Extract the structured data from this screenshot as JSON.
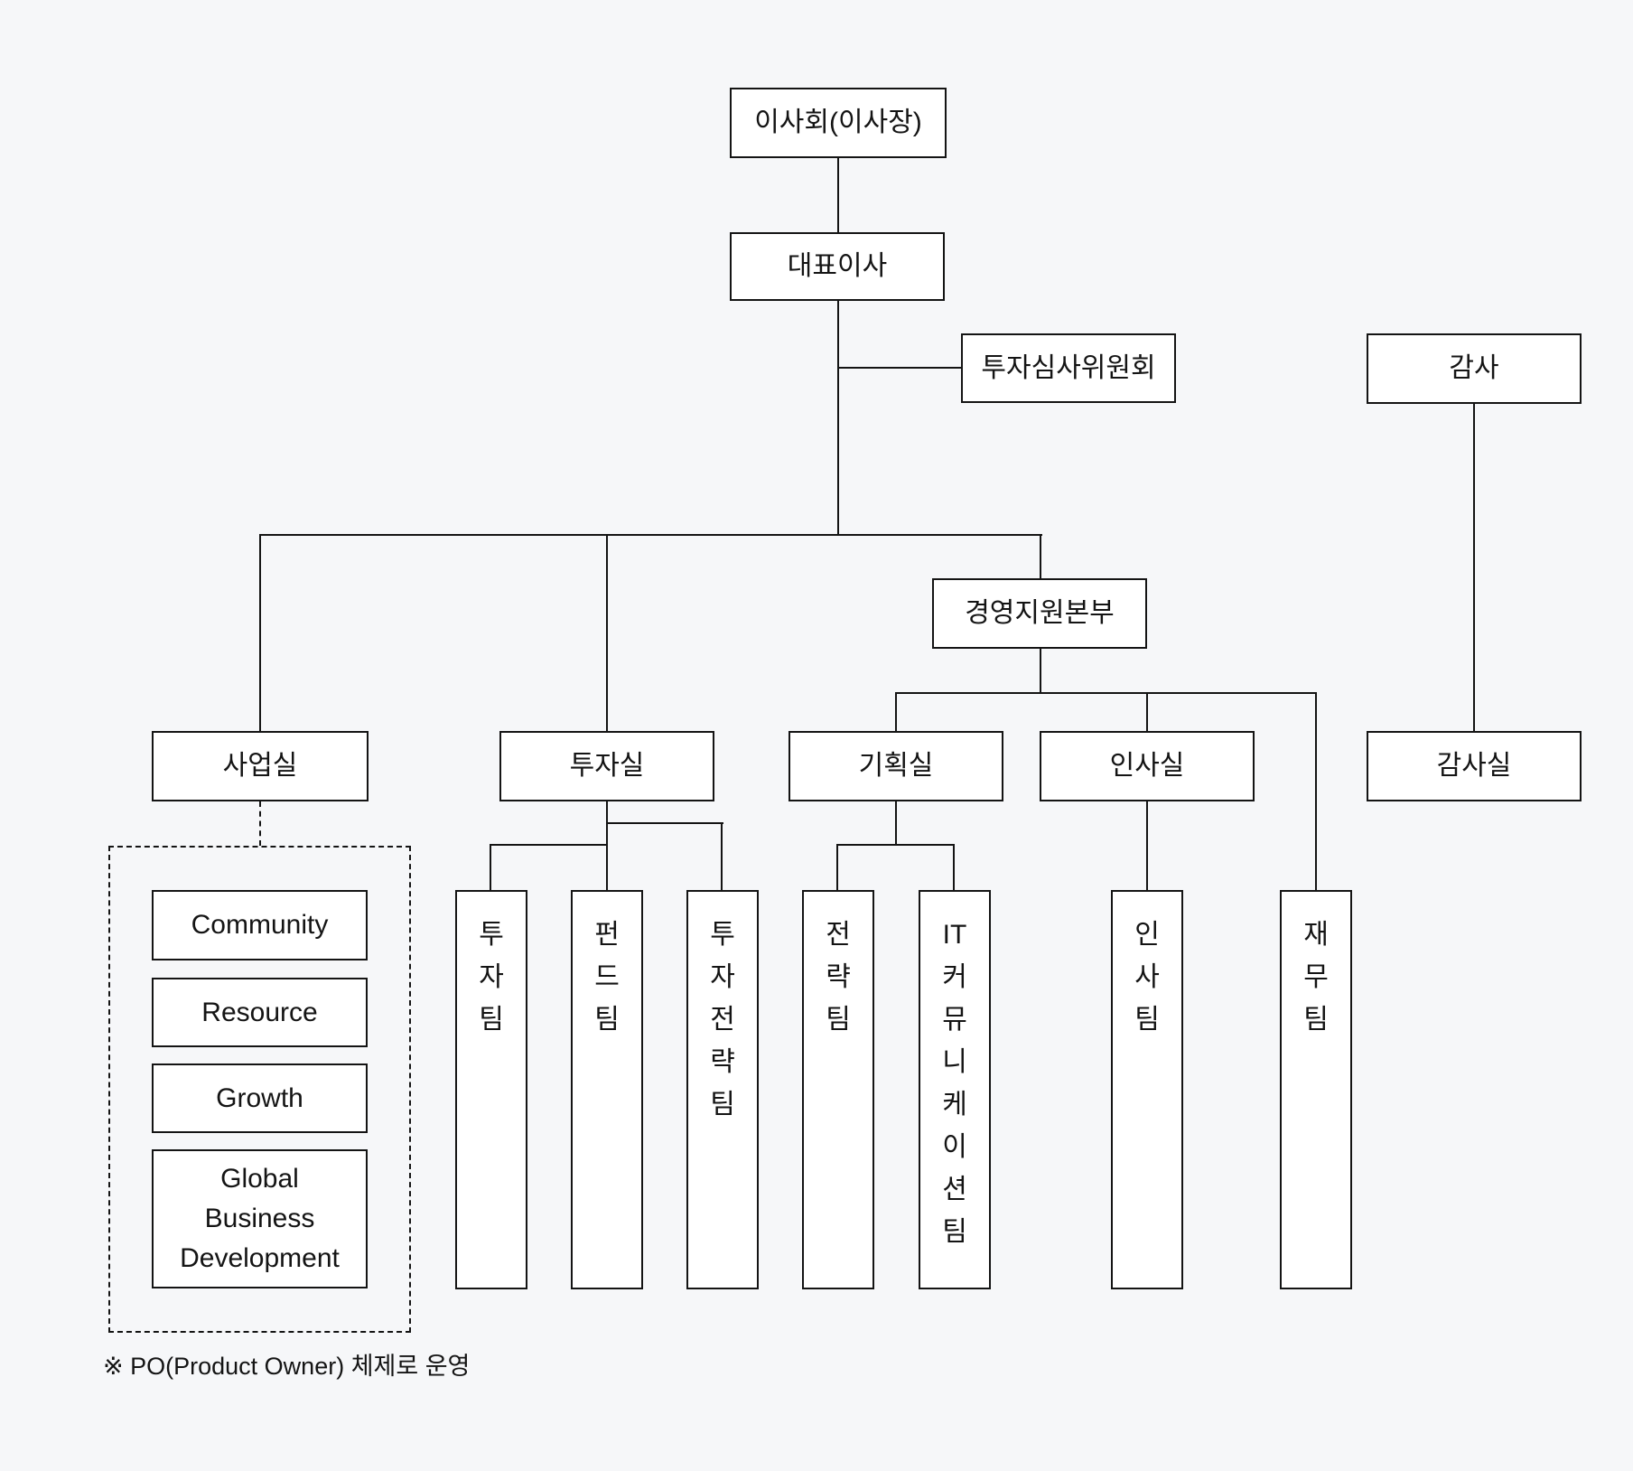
{
  "diagram": {
    "title_hint": "organization chart",
    "colors": {
      "background": "#f6f7f9",
      "box_fill": "#ffffff",
      "line": "#141414"
    },
    "nodes": {
      "board": "이사회(이사장)",
      "ceo": "대표이사",
      "investment_committee": "투자심사위원회",
      "auditor": "감사",
      "management_support_hq": "경영지원본부",
      "business_office": "사업실",
      "investment_office": "투자실",
      "planning_office": "기획실",
      "hr_office": "인사실",
      "audit_office": "감사실"
    },
    "teams": {
      "investment": "투\n자\n팀",
      "fund": "펀\n드\n팀",
      "investment_strategy": "투\n자\n전\n략\n팀",
      "strategy": "전\n략\n팀",
      "it_communication": "IT\n커\n뮤\n니\n케\n이\n션\n팀",
      "hr": "인\n사\n팀",
      "finance": "재\n무\n팀"
    },
    "po_units": {
      "community": "Community",
      "resource": "Resource",
      "growth": "Growth",
      "global_business_development": "Global\nBusiness\nDevelopment"
    },
    "footnote": "※ PO(Product Owner) 체제로 운영"
  }
}
